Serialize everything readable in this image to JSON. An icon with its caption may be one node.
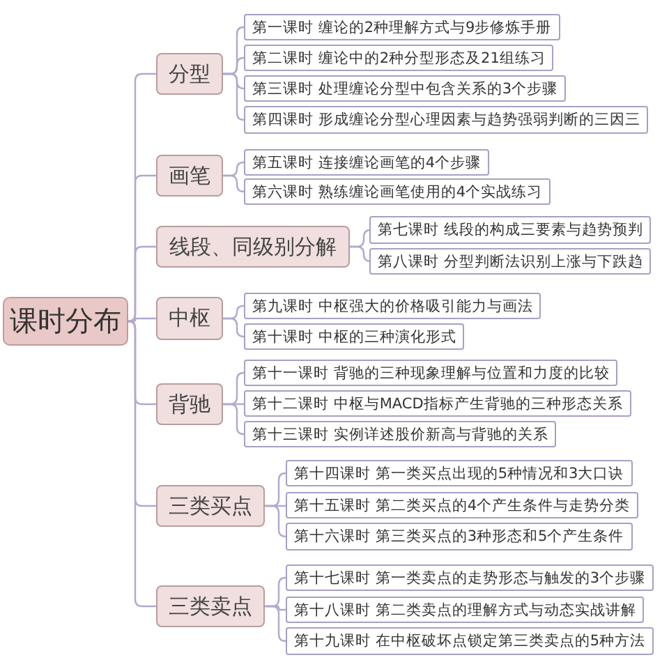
{
  "diagram": {
    "nodes": [
      {
        "text": [
          "课时分布"
        ]
      },
      {
        "text": [
          "分型"
        ]
      },
      {
        "text": [
          "第一课时 缠论的2种理解方式与9步修炼手册"
        ]
      },
      {
        "text": [
          "第二课时 缠论中的2种分型形态及21组练习"
        ]
      },
      {
        "text": [
          "第三课时 处理缠论分型中包含关系的3个步骤"
        ]
      },
      {
        "text": [
          "第四课时 形成缠论分型心理因素与趋势强弱判断的三因三"
        ]
      },
      {
        "text": [
          "画笔"
        ]
      },
      {
        "text": [
          "第五课时 连接缠论画笔的4个步骤"
        ]
      },
      {
        "text": [
          "第六课时 熟练缠论画笔使用的4个实战练习"
        ]
      },
      {
        "text": [
          "线段、同级别分解"
        ]
      },
      {
        "text": [
          "第七课时 线段的构成三要素与趋势预判"
        ]
      },
      {
        "text": [
          "第八课时 分型判断法识别上涨与下跌趋"
        ]
      },
      {
        "text": [
          "中枢"
        ]
      },
      {
        "text": [
          "第九课时 中枢强大的价格吸引能力与画法"
        ]
      },
      {
        "text": [
          "第十课时 中枢的三种演化形式"
        ]
      },
      {
        "text": [
          "背驰"
        ]
      },
      {
        "text": [
          "第十一课时 背驰的三种现象理解与位置和力度的比较"
        ]
      },
      {
        "text": [
          "第十二课时 中枢与MACD指标产生背驰的三种形态关系"
        ]
      },
      {
        "text": [
          "第十三课时 实例详述股价新高与背驰的关系"
        ]
      },
      {
        "text": [
          "三类买点"
        ]
      },
      {
        "text": [
          "第十四课时 第一类买点出现的5种情况和3大口诀"
        ]
      },
      {
        "text": [
          "第十五课时 第二类买点的4个产生条件与走势分类"
        ]
      },
      {
        "text": [
          "第十六课时 第三类买点的3种形态和5个产生条件"
        ]
      },
      {
        "text": [
          "三类卖点"
        ]
      },
      {
        "text": [
          "第十七课时 第一类卖点的走势形态与触发的3个步骤"
        ]
      },
      {
        "text": [
          "第十八课时 第二类卖点的理解方式与动态实战讲解"
        ]
      },
      {
        "text": [
          "第十九课时 在中枢破坏点锁定第三类卖点的5种方法"
        ]
      }
    ],
    "edges": [
      {
        "from": 0,
        "to": 1,
        "arrow": "none"
      },
      {
        "from": 0,
        "to": 6,
        "arrow": "none"
      },
      {
        "from": 0,
        "to": 9,
        "arrow": "none"
      },
      {
        "from": 0,
        "to": 12,
        "arrow": "none"
      },
      {
        "from": 0,
        "to": 15,
        "arrow": "none"
      },
      {
        "from": 0,
        "to": 19,
        "arrow": "none"
      },
      {
        "from": 0,
        "to": 23,
        "arrow": "none"
      },
      {
        "from": 1,
        "to": 2,
        "arrow": "none"
      },
      {
        "from": 1,
        "to": 3,
        "arrow": "none"
      },
      {
        "from": 1,
        "to": 4,
        "arrow": "none"
      },
      {
        "from": 1,
        "to": 5,
        "arrow": "none"
      },
      {
        "from": 6,
        "to": 7,
        "arrow": "none"
      },
      {
        "from": 6,
        "to": 8,
        "arrow": "none"
      },
      {
        "from": 9,
        "to": 10,
        "arrow": "none"
      },
      {
        "from": 9,
        "to": 11,
        "arrow": "none"
      },
      {
        "from": 12,
        "to": 13,
        "arrow": "none"
      },
      {
        "from": 12,
        "to": 14,
        "arrow": "none"
      },
      {
        "from": 15,
        "to": 16,
        "arrow": "none"
      },
      {
        "from": 15,
        "to": 17,
        "arrow": "none"
      },
      {
        "from": 15,
        "to": 18,
        "arrow": "none"
      },
      {
        "from": 19,
        "to": 20,
        "arrow": "none"
      },
      {
        "from": 19,
        "to": 21,
        "arrow": "none"
      },
      {
        "from": 19,
        "to": 22,
        "arrow": "none"
      },
      {
        "from": 23,
        "to": 24,
        "arrow": "none"
      },
      {
        "from": 23,
        "to": 25,
        "arrow": "none"
      },
      {
        "from": 23,
        "to": 26,
        "arrow": "none"
      }
    ]
  }
}
